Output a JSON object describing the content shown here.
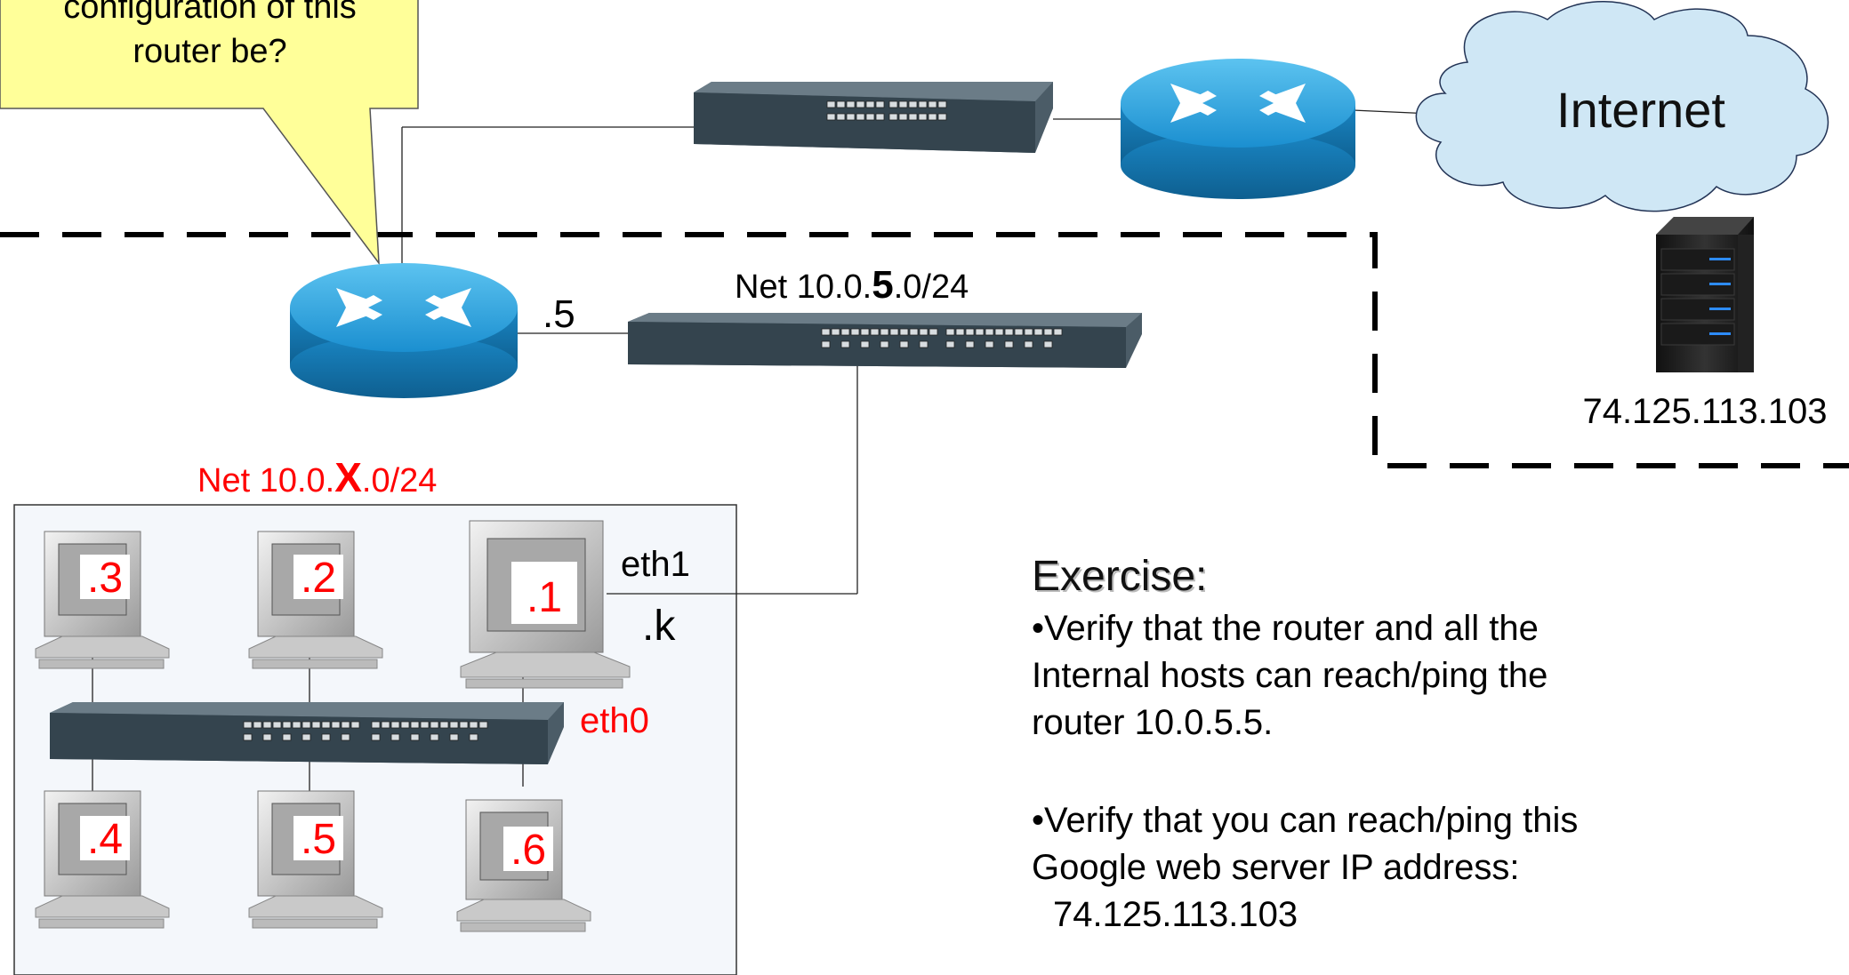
{
  "callout": {
    "line1": "configuration of this",
    "line2": "router be?"
  },
  "internet_label": "Internet",
  "net5": {
    "prefix": "Net 10.0.",
    "bold": "5",
    "suffix": ".0/24"
  },
  "netx": {
    "prefix": "Net 10.0.",
    "bold": "X",
    "suffix": ".0/24"
  },
  "router_iface_label": ".5",
  "server_ip": "74.125.113.103",
  "eth1_label": "eth1",
  "eth0_label": "eth0",
  "k_label": ".k",
  "hosts": [
    ".3",
    ".2",
    ".1",
    ".4",
    ".5",
    ".6"
  ],
  "exercise": {
    "title": "Exercise:",
    "lines": [
      "•Verify that the router and all the",
      "Internal hosts can reach/ping the",
      "router 10.0.5.5.",
      "•Verify that you can reach/ping this",
      "Google web server IP address:",
      "74.125.113.103"
    ]
  },
  "colors": {
    "red": "#ff0000",
    "callout_fill": "#ffff99",
    "cloud_fill": "#cfe7f5",
    "router_blue": "#1d9ad6",
    "switch_dark": "#3a4a55"
  }
}
